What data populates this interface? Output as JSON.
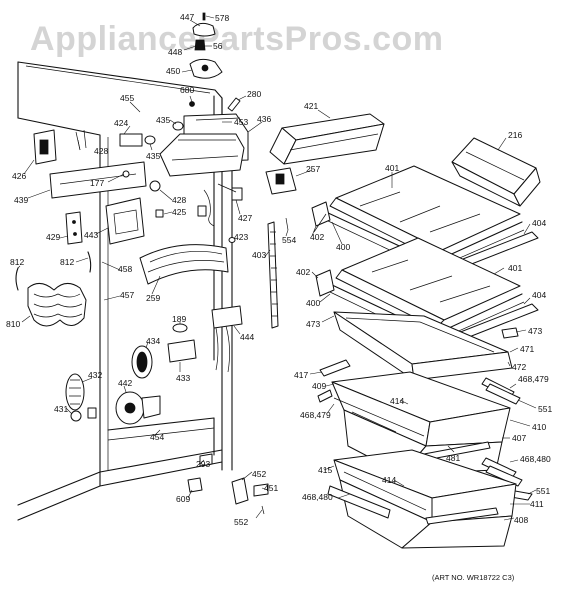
{
  "watermark": "AppliancePartsPros.com",
  "art_number": "(ART NO. WR18722 C3)",
  "callouts": {
    "c447": "447",
    "c578": "578",
    "c448": "448",
    "c56": "56",
    "c450": "450",
    "c680": "680",
    "c280": "280",
    "c455": "455",
    "c421": "421",
    "c424": "424",
    "c435a": "435",
    "c435b": "435",
    "c453": "453",
    "c436": "436",
    "c216": "216",
    "c428a": "428",
    "c426": "426",
    "c257": "257",
    "c177": "177",
    "c439": "439",
    "c428b": "428",
    "c425": "425",
    "c401a": "401",
    "c429": "429",
    "c443": "443",
    "c427": "427",
    "c402a": "402",
    "c400a": "400",
    "c404a": "404",
    "c554": "554",
    "c423": "423",
    "c812a": "812",
    "c812b": "812",
    "c458": "458",
    "c403": "403",
    "c401b": "401",
    "c402b": "402",
    "c259": "259",
    "c457": "457",
    "c810": "810",
    "c400b": "400",
    "c404b": "404",
    "c473a": "473",
    "c473b": "473",
    "c189": "189",
    "c444": "444",
    "c434": "434",
    "c471": "471",
    "c472": "472",
    "c433": "433",
    "c417": "417",
    "c432": "432",
    "c409": "409",
    "c468_479a": "468,479",
    "c442": "442",
    "c414a": "414",
    "c551a": "551",
    "c431": "431",
    "c468_479b": "468,479",
    "c410": "410",
    "c407": "407",
    "c454": "454",
    "c481": "481",
    "c468_480a": "468,480",
    "c293": "293",
    "c415": "415",
    "c452": "452",
    "c414b": "414",
    "c551b": "551",
    "c451": "451",
    "c609": "609",
    "c468_480b": "468,480",
    "c411": "411",
    "c552": "552",
    "c408": "408"
  }
}
